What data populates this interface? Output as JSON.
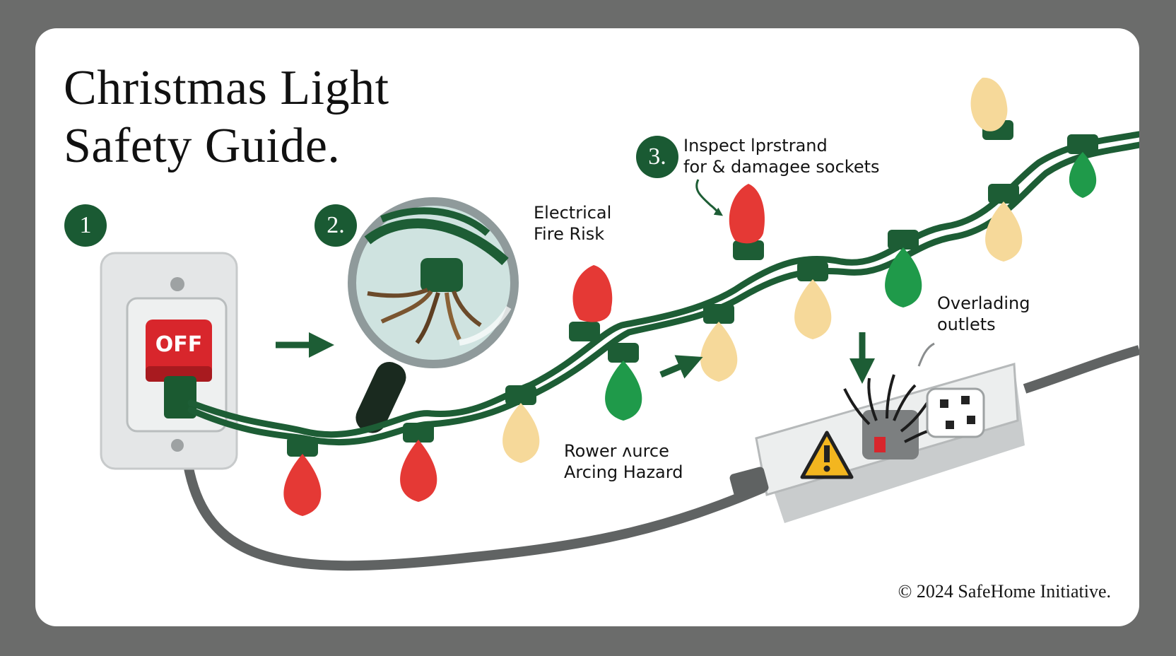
{
  "title": {
    "line1": "Christmas Light",
    "line2": "Safety Guide."
  },
  "steps": [
    {
      "number": "1"
    },
    {
      "number": "2."
    },
    {
      "number": "3.",
      "line1": "Inspect lprstrand",
      "line2": "for & damagee sockets"
    }
  ],
  "switch_label": "OFF",
  "labels": {
    "fire_risk": {
      "line1": "Electrical",
      "line2": "Fire Risk"
    },
    "arcing": {
      "line1": "Rower ʌurce",
      "line2": "Arcing Hazard"
    },
    "overloading": {
      "line1": "Overlading",
      "line2": "outlets"
    }
  },
  "footer": "© 2024 SafeHome Initiative.",
  "colors": {
    "badge": "#1a5a33",
    "wire": "#1d5d35",
    "bulb_red": "#e53935",
    "bulb_green": "#1f9a4a",
    "bulb_yellow": "#f6d99a",
    "switch_red": "#d8262c",
    "background": "#6b6c6b"
  },
  "icons": [
    "power-switch-icon",
    "magnifier-icon",
    "warning-icon",
    "outlet-icon",
    "arrow-icon"
  ]
}
